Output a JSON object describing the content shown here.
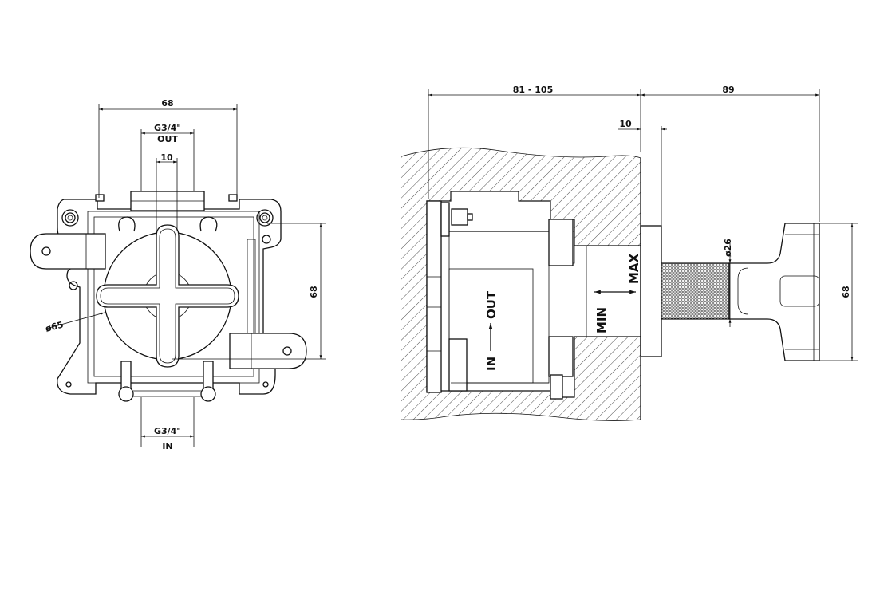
{
  "front_view": {
    "width_dim": "68",
    "out_thread": "G3/4\"",
    "out_label": "OUT",
    "offset_dim": "10",
    "diameter_dim": "ø65",
    "height_dim": "68",
    "in_thread": "G3/4\"",
    "in_label": "IN"
  },
  "side_view": {
    "depth_dim": "81 - 105",
    "projection_dim": "89",
    "flange_dim": "10",
    "knurl_diameter_dim": "ø26",
    "handle_height_dim": "68",
    "max_label": "MAX",
    "min_label": "MIN",
    "in_label": "IN",
    "out_label": "OUT"
  }
}
